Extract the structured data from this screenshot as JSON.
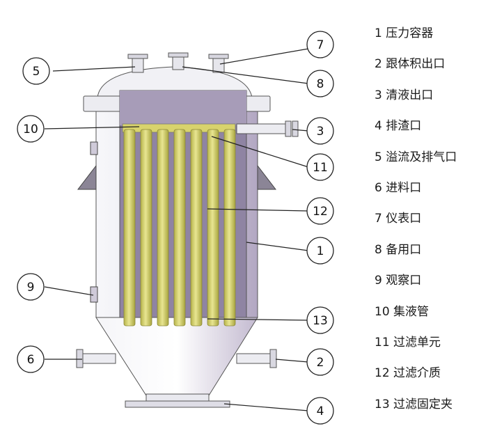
{
  "callouts": [
    "1",
    "2",
    "3",
    "4",
    "5",
    "6",
    "7",
    "8",
    "9",
    "10",
    "11",
    "12",
    "13"
  ],
  "legend": [
    {
      "num": "1",
      "text": "压力容器"
    },
    {
      "num": "2",
      "text": "跟体积出口"
    },
    {
      "num": "3",
      "text": "清液出口"
    },
    {
      "num": "4",
      "text": "排渣口"
    },
    {
      "num": "5",
      "text": "溢流及排气口"
    },
    {
      "num": "6",
      "text": "进料口"
    },
    {
      "num": "7",
      "text": "仪表口"
    },
    {
      "num": "8",
      "text": "备用口"
    },
    {
      "num": "9",
      "text": "观察口"
    },
    {
      "num": "10",
      "text": "集液管"
    },
    {
      "num": "11",
      "text": "过滤单元"
    },
    {
      "num": "12",
      "text": "过滤介质"
    },
    {
      "num": "13",
      "text": "过滤固定夹"
    }
  ],
  "colors": {
    "vessel_light": "#f4f4f8",
    "vessel_shadow": "#a69bb7",
    "vessel_interior": "#8f84a3",
    "filter_yellow": "#c9c65a",
    "filter_yellow_light": "#e3e08a",
    "outline": "#333333"
  }
}
